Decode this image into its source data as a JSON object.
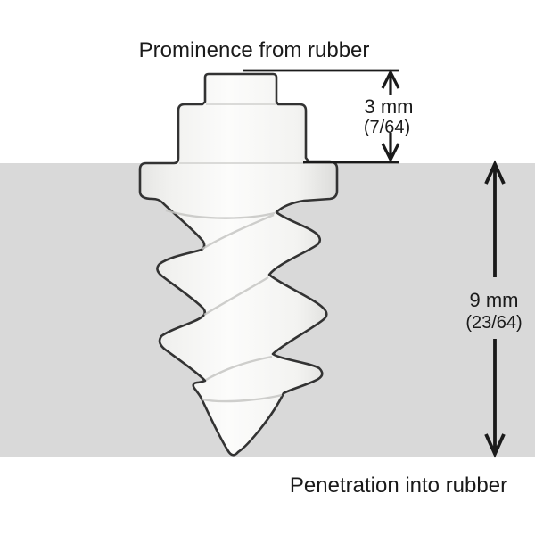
{
  "diagram": {
    "top_label": "Prominence from rubber",
    "bottom_label": "Penetration into rubber",
    "prominence": {
      "value": "3 mm",
      "fraction": "(7/64)"
    },
    "penetration": {
      "value": "9 mm",
      "fraction": "(23/64)"
    }
  },
  "colors": {
    "background": "#ffffff",
    "rubber": "#d9d9d9",
    "annotation": "#1a1a1a",
    "stud_outline": "#333333"
  }
}
